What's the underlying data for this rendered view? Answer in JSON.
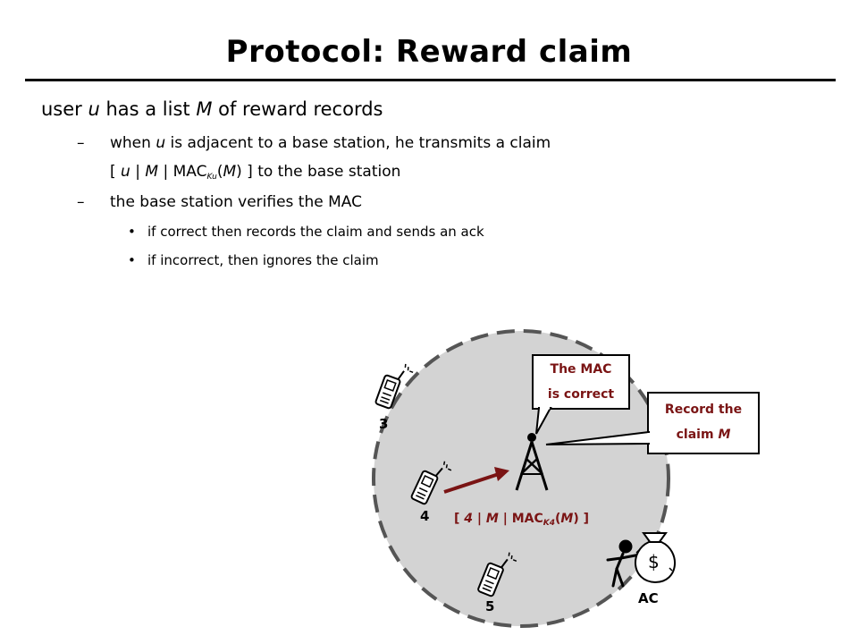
{
  "slide": {
    "title": "Protocol: Reward claim",
    "bullet1": {
      "pre": "user ",
      "u": "u",
      "mid": " has a list ",
      "M": "M",
      "post": " of reward records"
    },
    "sub1": {
      "dash": "–",
      "pre": "when ",
      "u": "u",
      "post": " is adjacent to a base station, he transmits a claim"
    },
    "sub1b": {
      "open": "[ ",
      "u": "u",
      "sep1": " | ",
      "M": "M",
      "sep2": " | MAC",
      "sub": "Ku",
      "paren": "(",
      "M2": "M",
      "close": ") ] to the base station"
    },
    "sub2": {
      "dash": "–",
      "text": "the base station verifies the MAC"
    },
    "sub2a": {
      "bullet": "•",
      "text": "if correct then records the claim and sends an ack"
    },
    "sub2b": {
      "bullet": "•",
      "text": "if incorrect, then ignores the claim"
    }
  },
  "diagram": {
    "bubble1": {
      "line1": "The MAC",
      "line2": "is correct"
    },
    "bubble2": {
      "line1": "Record the",
      "line2": "claim ",
      "M": "M"
    },
    "phone_labels": [
      "3",
      "4",
      "5"
    ],
    "claim": {
      "pre": "[ ",
      "u": "4",
      "sep1": " | ",
      "M": "M",
      "sep2": " | MAC",
      "sub": "K4",
      "paren": "(",
      "M2": "M",
      "close": ") ]"
    },
    "ac_label": "AC",
    "dollar": "$",
    "colors": {
      "circle_fill": "#d3d3d3",
      "circle_stroke": "#555555",
      "arrow": "#7a1414",
      "text_accent": "#7a1414"
    }
  }
}
